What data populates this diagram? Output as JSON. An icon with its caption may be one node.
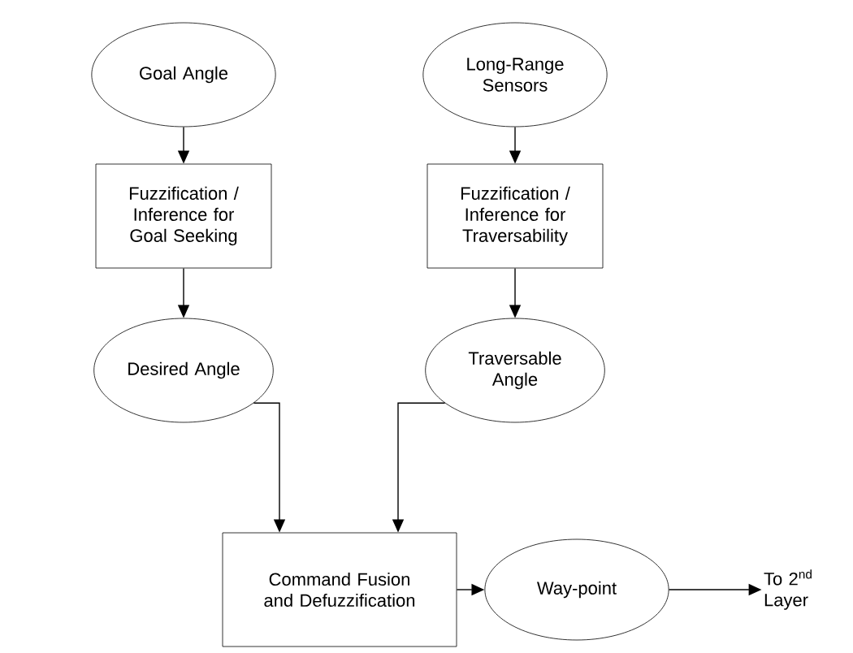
{
  "diagram": {
    "nodes": [
      {
        "text": [
          "Goal Angle"
        ]
      },
      {
        "text": [
          "Fuzzification / Inference for Goal Seeking"
        ]
      },
      {
        "text": [
          "Desired Angle"
        ]
      },
      {
        "text": [
          "Long-Range Sensors"
        ]
      },
      {
        "text": [
          "Fuzzification / Inference for Traversability"
        ]
      },
      {
        "text": [
          "Traversable Angle"
        ]
      },
      {
        "text": [
          "Command Fusion and Defuzzification"
        ]
      },
      {
        "text": [
          "Way-point"
        ]
      },
      {
        "text": [
          "To 2$^{nd}$ Layer"
        ]
      }
    ],
    "edges": [
      {
        "from": 0,
        "to": 1,
        "arrow": "to"
      },
      {
        "from": 1,
        "to": 2,
        "arrow": "to"
      },
      {
        "from": 3,
        "to": 4,
        "arrow": "to"
      },
      {
        "from": 4,
        "to": 5,
        "arrow": "to"
      },
      {
        "from": 2,
        "to": 6,
        "arrow": "to"
      },
      {
        "from": 5,
        "to": 6,
        "arrow": "to"
      },
      {
        "from": 6,
        "to": 7,
        "arrow": "to"
      },
      {
        "from": 7,
        "to": 8,
        "arrow": "to"
      }
    ]
  }
}
